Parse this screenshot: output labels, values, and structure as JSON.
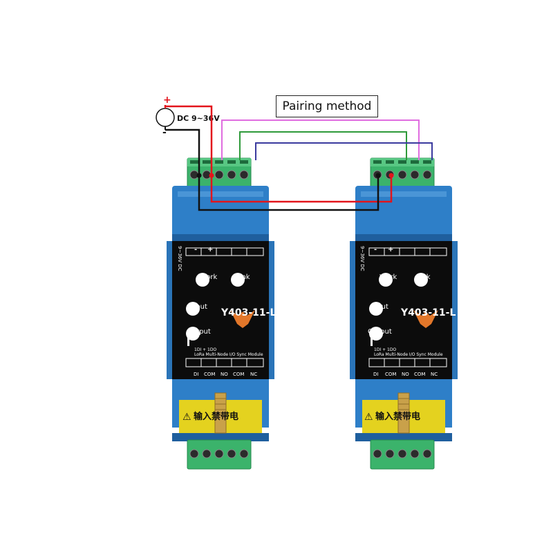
{
  "diagram": {
    "title": "Pairing method",
    "power": {
      "plus": "+",
      "minus": "-",
      "label": "DC 9~36V"
    },
    "device": {
      "model": "Y403-11-L",
      "leds": [
        "Work",
        "Link",
        "Input",
        "Output"
      ],
      "top_terminals": [
        "-",
        "+",
        "",
        "",
        ""
      ],
      "side_label": "9~36V DC",
      "description_line1": "1DI + 1DO",
      "description_line2": "LoRa Multi-Node I/O Sync Module",
      "bottom_terminals": [
        "DI",
        "COM",
        "NO",
        "COM",
        "NC"
      ],
      "warning_text": "输入禁带电",
      "warning_symbol": "⚠"
    },
    "colors": {
      "housing": "#2e7fc8",
      "housing_dark": "#1f5f9e",
      "panel": "#0c0c0c",
      "terminal": "#3bb36b",
      "warning_bg": "#e4d21f",
      "logo": "#e2772a",
      "wire_red": "#e3141b",
      "wire_black": "#111111",
      "wire_magenta": "#e06de0",
      "wire_green": "#2e9a3a",
      "wire_blue": "#3a3a9e"
    }
  }
}
